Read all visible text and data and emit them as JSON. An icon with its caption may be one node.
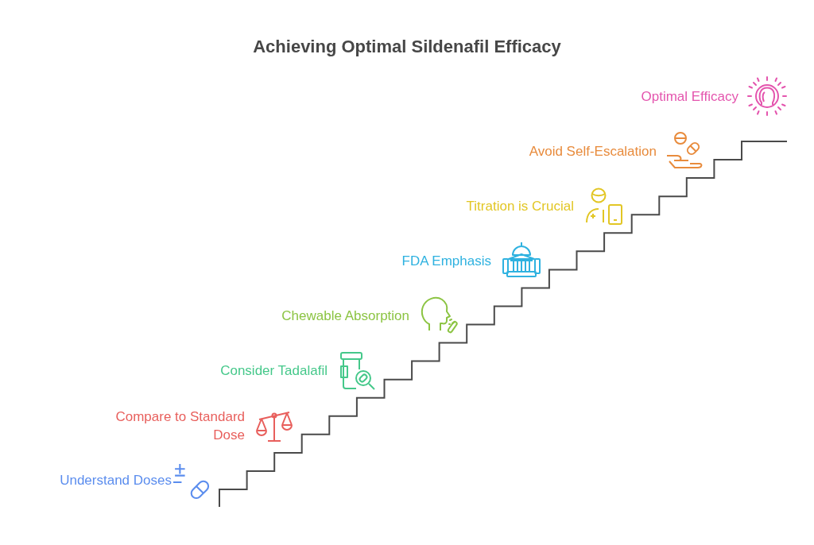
{
  "diagram": {
    "title": "Achieving Optimal Sildenafil Efficacy",
    "labels": [
      "Understand Doses",
      "Compare to Standard Dose",
      "Consider Tadalafil",
      "Chewable Absorption",
      "FDA Emphasis",
      "Titration is Crucial",
      "Avoid Self-Escalation",
      "Optimal Efficacy"
    ]
  }
}
